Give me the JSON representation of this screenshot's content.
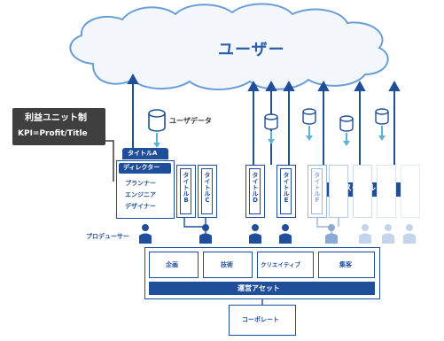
{
  "cloud": {
    "label": "ユーザー"
  },
  "user_data": {
    "label": "ユーザデータ"
  },
  "profit_note": {
    "line1": "利益ユニット制",
    "line2": "KPI=Profit/Title"
  },
  "team_a": {
    "title": "タイトルA",
    "director": "ディレクター",
    "members": [
      "プランナー",
      "エンジニア",
      "デザイナー"
    ]
  },
  "titles": [
    "タイトルB",
    "タイトルC",
    "タイトルD",
    "タイトルE",
    "タイトルF"
  ],
  "scale_label": "スケール",
  "producer_label": "プロデューサー",
  "functions": [
    "企画",
    "技術",
    "クリエイティブ",
    "集客"
  ],
  "assets_label": "運営アセット",
  "corporate_label": "コーポレート",
  "colors": {
    "primary": "#1f4f9a",
    "light": "#9ab7dc",
    "cloud_stroke": "#6a9ed6",
    "dark": "#3a3a3a"
  }
}
